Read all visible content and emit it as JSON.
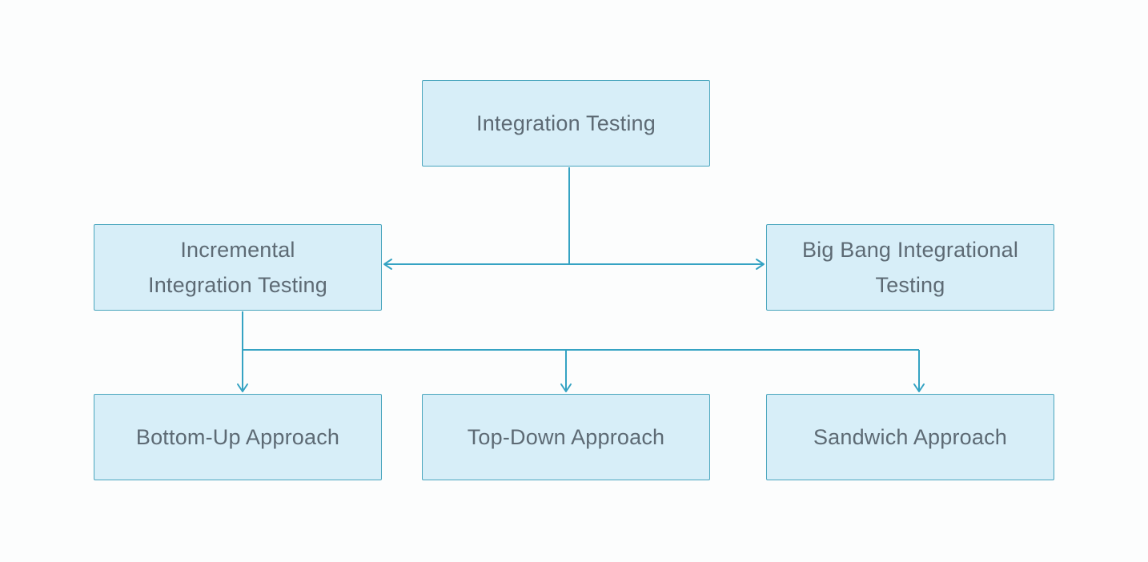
{
  "colors": {
    "background": "#fcfdfd",
    "node-fill": "#d7eef8",
    "node-border": "#48a5bd",
    "connector": "#35a3c3",
    "text": "#5d6a74"
  },
  "nodes": [
    {
      "id": "integration-testing",
      "lines": [
        "Integration Testing"
      ]
    },
    {
      "id": "incremental-integration-testing",
      "lines": [
        "Incremental",
        "Integration Testing"
      ]
    },
    {
      "id": "big-bang-integrational-testing",
      "lines": [
        "Big Bang Integrational",
        "Testing"
      ]
    },
    {
      "id": "bottom-up-approach",
      "lines": [
        "Bottom-Up Approach"
      ]
    },
    {
      "id": "top-down-approach",
      "lines": [
        "Top-Down Approach"
      ]
    },
    {
      "id": "sandwich-approach",
      "lines": [
        "Sandwich Approach"
      ]
    }
  ],
  "connections": [
    {
      "from": "integration-testing",
      "to": "incremental-integration-testing",
      "arrow": true
    },
    {
      "from": "integration-testing",
      "to": "big-bang-integrational-testing",
      "arrow": true
    },
    {
      "from": "incremental-integration-testing",
      "to": "bottom-up-approach",
      "arrow": true
    },
    {
      "from": "incremental-integration-testing",
      "to": "top-down-approach",
      "arrow": true
    },
    {
      "from": "incremental-integration-testing",
      "to": "sandwich-approach",
      "arrow": true
    }
  ]
}
